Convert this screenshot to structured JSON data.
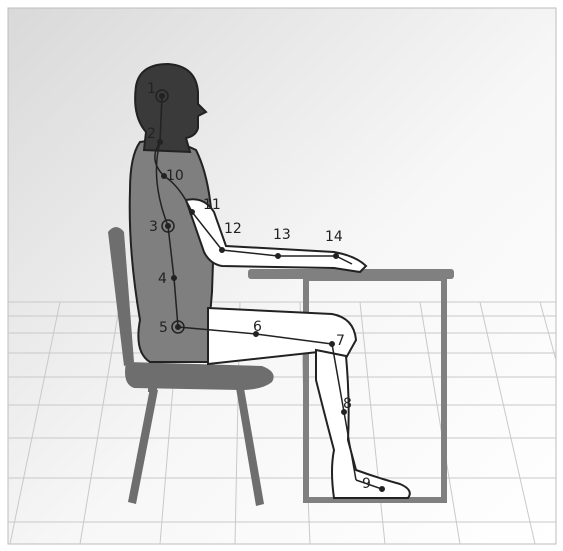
{
  "joints": [
    {
      "id": "1",
      "label": "1"
    },
    {
      "id": "2",
      "label": "2"
    },
    {
      "id": "3",
      "label": "3"
    },
    {
      "id": "4",
      "label": "4"
    },
    {
      "id": "5",
      "label": "5"
    },
    {
      "id": "6",
      "label": "6"
    },
    {
      "id": "7",
      "label": "7"
    },
    {
      "id": "8",
      "label": "8"
    },
    {
      "id": "9",
      "label": "9"
    },
    {
      "id": "10",
      "label": "10"
    },
    {
      "id": "11",
      "label": "11"
    },
    {
      "id": "12",
      "label": "12"
    },
    {
      "id": "13",
      "label": "13"
    },
    {
      "id": "14",
      "label": "14"
    }
  ],
  "colors": {
    "figure_dark": "#3a3a3a",
    "figure_mid": "#7f7f7f",
    "limb_light": "#ffffff",
    "chair": "#6e6e6e",
    "desk": "#808080",
    "grid": "#c8c8c8",
    "background": "#f4f4f4"
  }
}
